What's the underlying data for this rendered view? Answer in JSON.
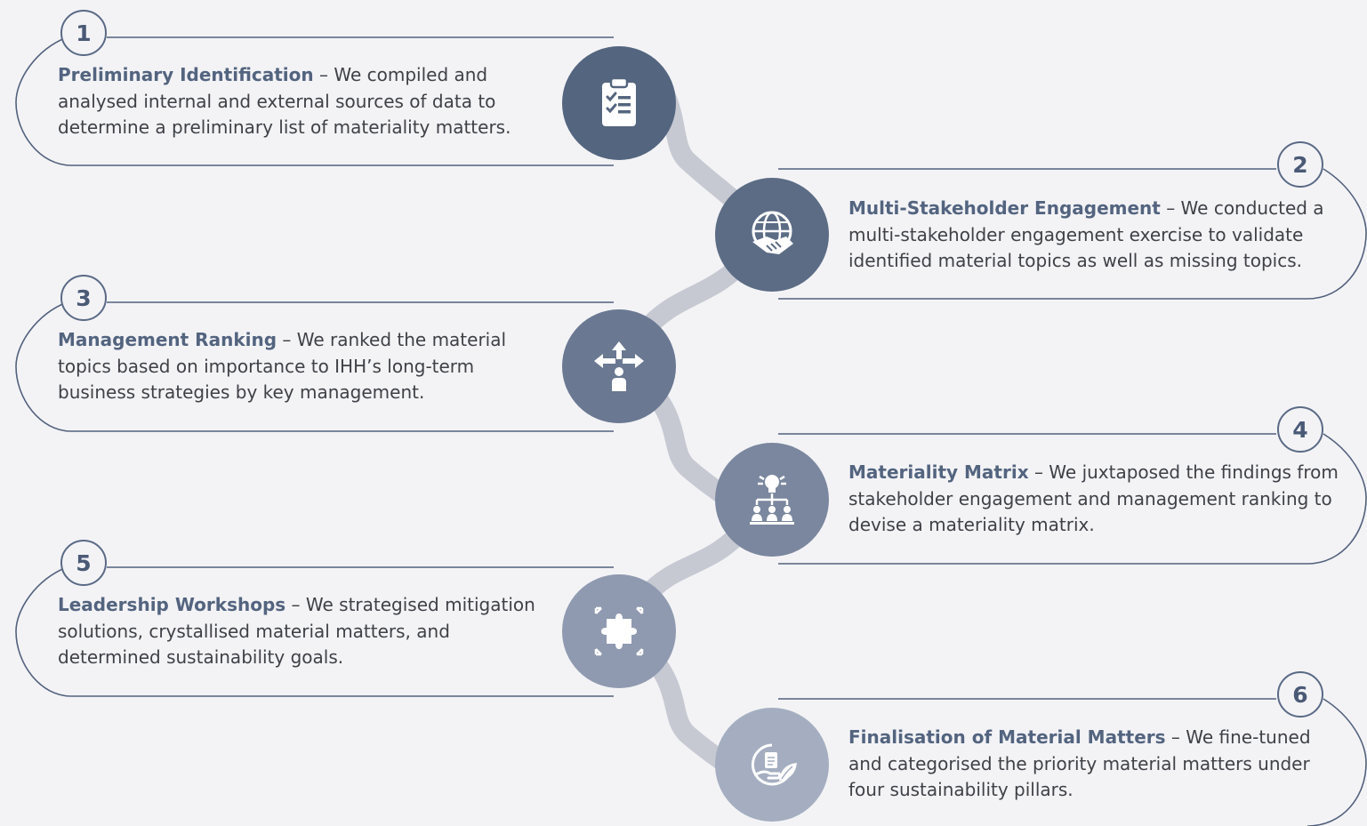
{
  "steps": [
    {
      "number": "1",
      "title": "Preliminary Identification",
      "text": " – We compiled and analysed internal and external sources of data to determine a preliminary list of materiality matters.",
      "icon": "clipboard-checklist-icon",
      "color": "#54657f"
    },
    {
      "number": "2",
      "title": "Multi-Stakeholder Engagement",
      "text": " – We conducted a multi-stakeholder engagement exercise to validate identified material topics as well as missing topics.",
      "icon": "globe-handshake-icon",
      "color": "#5c6c85"
    },
    {
      "number": "3",
      "title": "Management Ranking",
      "text": " – We ranked the material topics based on importance to IHH’s long-term business strategies by key management.",
      "icon": "person-arrows-decision-icon",
      "color": "#6a7892"
    },
    {
      "number": "4",
      "title": "Materiality Matrix",
      "text": " – We juxtaposed the findings from stakeholder engagement and management ranking to devise a materiality matrix.",
      "icon": "lightbulb-hierarchy-icon",
      "color": "#7a879e"
    },
    {
      "number": "5",
      "title": "Leadership Workshops",
      "text": " – We strategised mitigation solutions, crystallised material matters, and determined sustainability goals.",
      "icon": "puzzle-arrows-icon",
      "color": "#8f9ab0"
    },
    {
      "number": "6",
      "title": "Finalisation of Material Matters",
      "text": " – We fine-tuned and categorised the priority material matters under four sustainability pillars.",
      "icon": "hand-document-leaf-icon",
      "color": "#a4aec0"
    }
  ]
}
